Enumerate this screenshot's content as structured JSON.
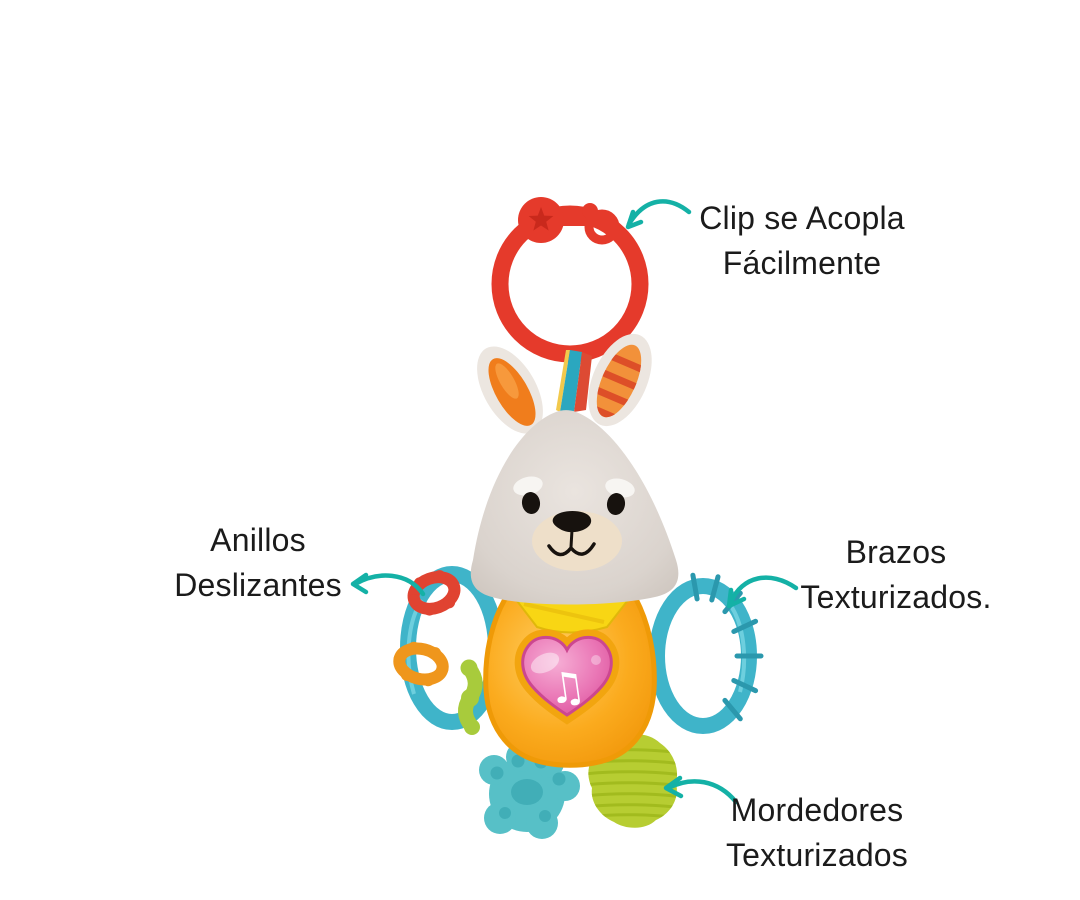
{
  "background_color": "#ffffff",
  "accent_color": "#14b1a6",
  "text_color": "#1b1b1b",
  "callouts": {
    "clip": {
      "line1": "Clip se Acopla",
      "line2": "Fácilmente"
    },
    "rings": {
      "line1": "Anillos",
      "line2": "Deslizantes"
    },
    "arms": {
      "line1": "Brazos",
      "line2": "Texturizados."
    },
    "teethers": {
      "line1": "Mordedores",
      "line2": "Texturizados"
    }
  },
  "icons": {
    "music_note": "♫"
  },
  "toy_colors": {
    "clip_ring_red": "#e53a2b",
    "arm_teal": "#3fb4c9",
    "body_orange": "#f9a91c",
    "bib_yellow": "#f8d614",
    "heart_pink": "#e2569f",
    "paw_teether_teal": "#57c0c7",
    "leaf_teether_green": "#b7cd32",
    "slider_ring_red": "#e04331",
    "slider_ring_orange": "#ef961c",
    "ear_inner_orange": "#f07d1c",
    "plush_gray": "#d8d1cb"
  }
}
